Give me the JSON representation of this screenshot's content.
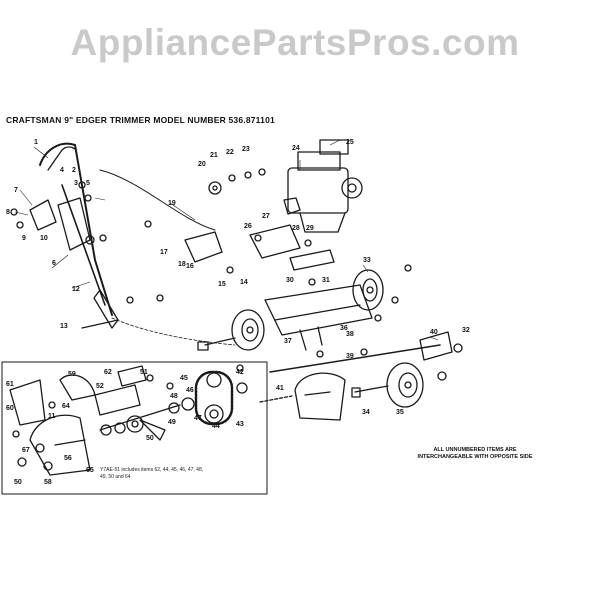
{
  "watermark": "AppliancePartsPros.com",
  "title": "CRAFTSMAN 9\" EDGER TRIMMER MODEL NUMBER 536.871101",
  "note_all_unnumbered": "ALL UNNUMBERED ITEMS ARE INTERCHANGEABLE WITH OPPOSITE SIDE",
  "kit_note": "Y7AE-51 includes items 62, 44, 45, 46, 47, 48, 49, 50 and 64",
  "callouts": [
    "1",
    "2",
    "3",
    "4",
    "5",
    "6",
    "7",
    "8",
    "9",
    "10",
    "11",
    "12",
    "13",
    "14",
    "15",
    "16",
    "17",
    "18",
    "19",
    "20",
    "21",
    "22",
    "23",
    "24",
    "25",
    "26",
    "27",
    "28",
    "29",
    "30",
    "31",
    "32",
    "33",
    "34",
    "35",
    "36",
    "37",
    "38",
    "39",
    "40",
    "41",
    "42",
    "43",
    "44",
    "45",
    "46",
    "47",
    "48",
    "49",
    "50",
    "51",
    "52",
    "56",
    "58",
    "59",
    "60",
    "61",
    "62",
    "64",
    "65",
    "67"
  ],
  "colors": {
    "line": "#1a1a1a",
    "watermark": "#c9c9c9",
    "background": "#ffffff"
  }
}
